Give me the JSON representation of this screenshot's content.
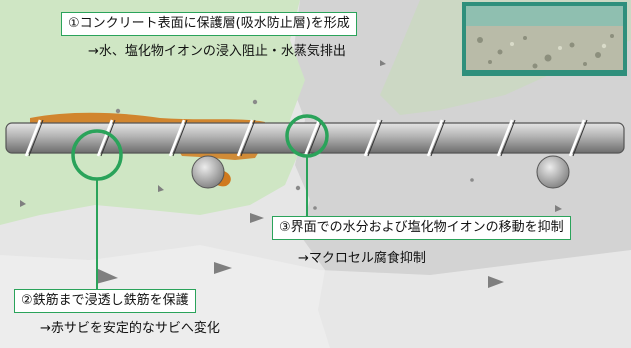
{
  "callouts": {
    "one": {
      "title": "①コンクリート表面に保護層(吸水防止層)を形成",
      "note": "→水、塩化物イオンの浸入阻止・水蒸気排出"
    },
    "two": {
      "title": "②鉄筋まで浸透し鉄筋を保護",
      "note": "→赤サビを安定的なサビへ変化"
    },
    "three": {
      "title": "③界面での水分および塩化物イオンの移動を抑制",
      "note": "→マクロセル腐食抑制"
    }
  },
  "colors": {
    "protective_layer": "#cfe6c4",
    "concrete": "#d6d6d6",
    "rebar": "#9a9a9a",
    "accent_green": "#2aa35a",
    "rust": "#d07a1e"
  },
  "photo": {
    "name": "concrete-sample-photo"
  }
}
